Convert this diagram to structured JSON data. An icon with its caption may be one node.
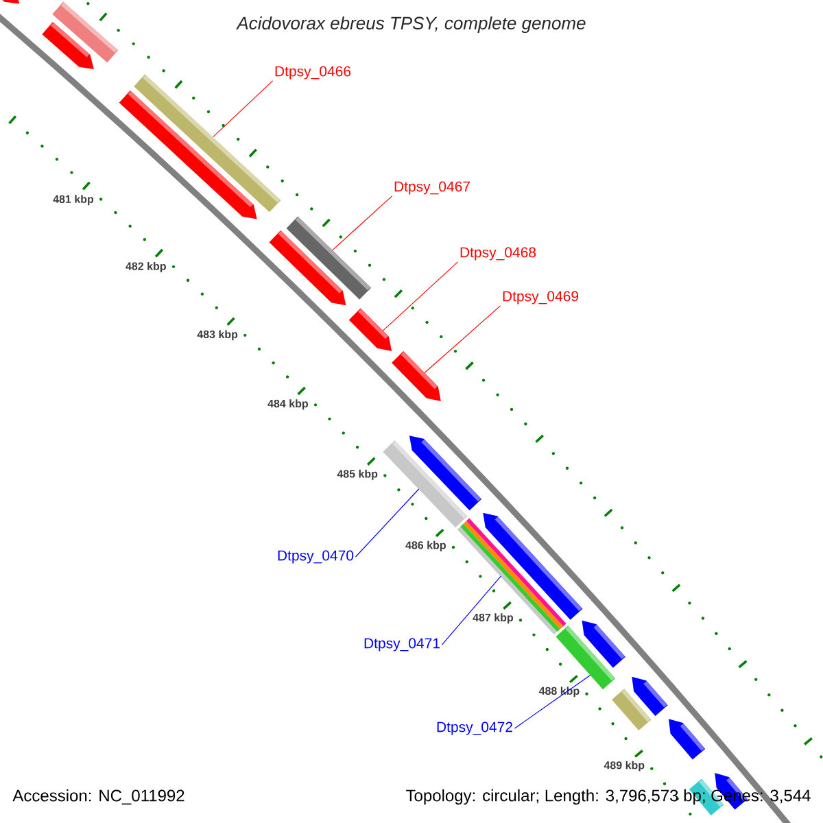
{
  "diagram": {
    "title": "Acidovorax ebreus TPSY, complete genome",
    "nodes": [
      {
        "text": [
          "Dtpsy_0466"
        ]
      },
      {
        "text": [
          "Dtpsy_0467"
        ]
      },
      {
        "text": [
          "Dtpsy_0468"
        ]
      },
      {
        "text": [
          "Dtpsy_0469"
        ]
      },
      {
        "text": [
          "Dtpsy_0470"
        ]
      },
      {
        "text": [
          "Dtpsy_0471"
        ]
      },
      {
        "text": [
          "Dtpsy_0472"
        ]
      },
      {
        "text": [],
        "shape": "pentagon"
      },
      {
        "text": [],
        "shape": "bar"
      },
      {
        "text": [],
        "shape": "pentagon"
      },
      {
        "text": [],
        "shape": "bar"
      },
      {
        "text": [],
        "shape": "pentagon"
      },
      {
        "text": [],
        "shape": "pentagon"
      },
      {
        "text": [],
        "shape": "bar"
      },
      {
        "text": [],
        "shape": "pentagon"
      },
      {
        "text": [],
        "shape": "pentagon"
      },
      {
        "text": [],
        "shape": "bar"
      },
      {
        "text": [],
        "shape": "pentagon"
      },
      {
        "text": [],
        "shape": "bar"
      },
      {
        "text": [],
        "shape": "pentagon"
      },
      {
        "text": [],
        "shape": "bar"
      },
      {
        "text": [],
        "shape": "pentagon"
      },
      {
        "text": [],
        "shape": "pentagon"
      },
      {
        "text": [],
        "shape": "bar"
      },
      {
        "text": [],
        "shape": "pentagon"
      },
      {
        "text": [],
        "shape": "bar"
      },
      {
        "text": [],
        "shape": "pentagon"
      }
    ],
    "edges": [
      {
        "from": 0,
        "to": 10,
        "arrow": "none",
        "color": "#ff0000"
      },
      {
        "from": 1,
        "to": 13,
        "arrow": "none",
        "color": "#ff0000"
      },
      {
        "from": 2,
        "to": 14,
        "arrow": "none",
        "color": "#ff0000"
      },
      {
        "from": 3,
        "to": 15,
        "arrow": "none",
        "color": "#ff0000"
      },
      {
        "from": 4,
        "to": 16,
        "arrow": "none",
        "color": "#0000ff"
      },
      {
        "from": 5,
        "to": 18,
        "arrow": "none",
        "color": "#0000ff"
      },
      {
        "from": 6,
        "to": 20,
        "arrow": "none",
        "color": "#0000ff"
      }
    ],
    "labels": [
      "481 kbp",
      "482 kbp",
      "483 kbp",
      "484 kbp",
      "485 kbp",
      "486 kbp",
      "487 kbp",
      "488 kbp",
      "489 kbp",
      "Accession: NC_011992",
      "Topology: circular; Length: 3,796,573 bp; Genes: 3,544"
    ]
  }
}
